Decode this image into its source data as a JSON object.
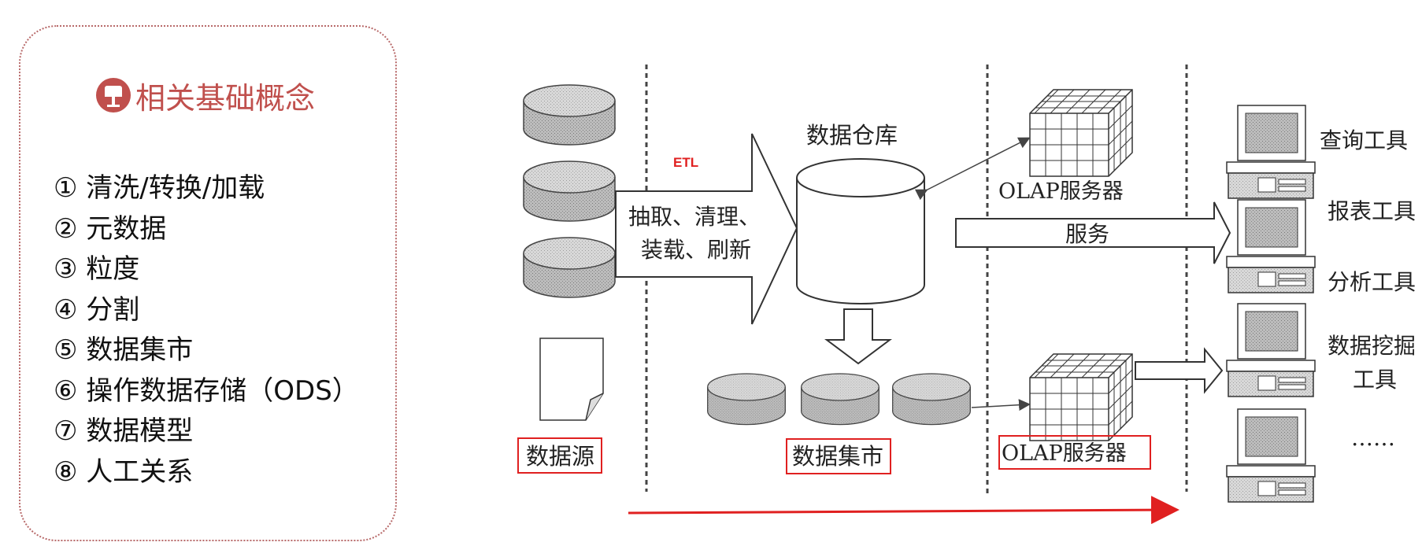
{
  "card": {
    "title": "相关基础概念",
    "icon": "lectern-icon",
    "items": [
      "① 清洗/转换/加载",
      "② 元数据",
      "③ 粒度",
      "④ 分割",
      "⑤ 数据集市",
      "⑥ 操作数据存储（ODS）",
      "⑦ 数据模型",
      "⑧ 人工关系"
    ]
  },
  "diagram": {
    "etl_label": "ETL",
    "etl_arrow_text": [
      "抽取、清理、",
      "装载、刷新"
    ],
    "warehouse_label": "数据仓库",
    "olap_server_top": "OLAP服务器",
    "olap_server_bottom": "OLAP服务器",
    "service_label": "服务",
    "data_source_label": "数据源",
    "data_mart_label": "数据集市",
    "tools": [
      "查询工具",
      "报表工具",
      "分析工具",
      "数据挖掘",
      "工具",
      "……"
    ]
  },
  "colors": {
    "accent": "#c0504d",
    "highlight_box": "#e02020",
    "line": "#333333"
  }
}
